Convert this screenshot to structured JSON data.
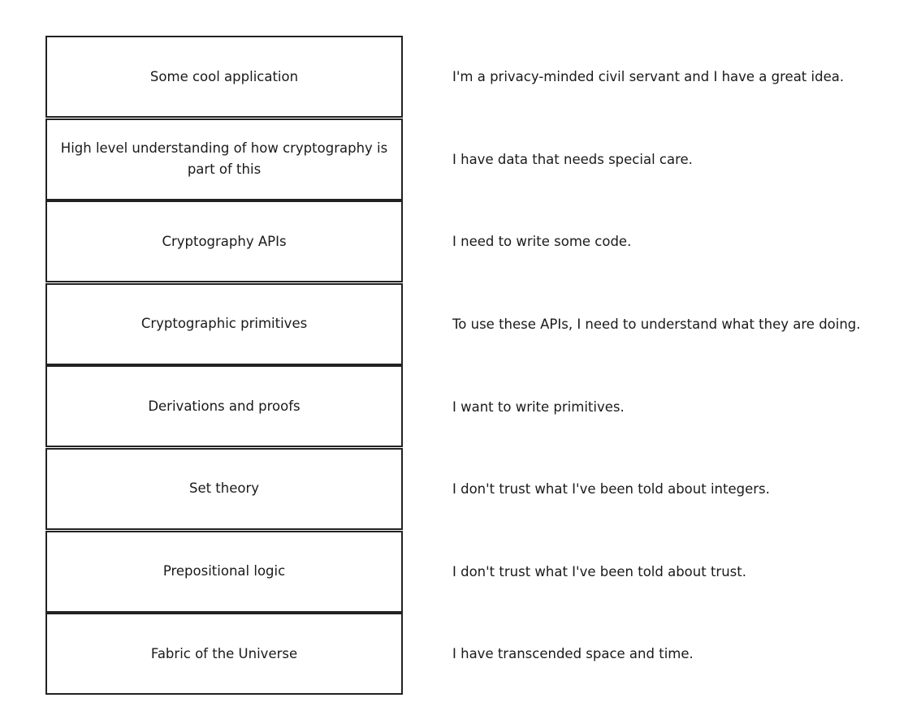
{
  "layers": [
    {
      "label": "Some cool application",
      "note": "I'm a privacy-minded civil servant and I have a great idea."
    },
    {
      "label": "High level understanding of how cryptography is part of this",
      "note": "I have data that needs special care."
    },
    {
      "label": "Cryptography APIs",
      "note": "I need to write some code."
    },
    {
      "label": "Cryptographic primitives",
      "note": "To use these APIs, I need to understand what they are doing."
    },
    {
      "label": "Derivations and proofs",
      "note": "I want to write primitives."
    },
    {
      "label": "Set theory",
      "note": "I don't trust what I've been told about integers."
    },
    {
      "label": "Prepositional logic",
      "note": "I don't trust what I've been told about trust."
    },
    {
      "label": "Fabric of the Universe",
      "note": "I have transcended space and time."
    }
  ]
}
